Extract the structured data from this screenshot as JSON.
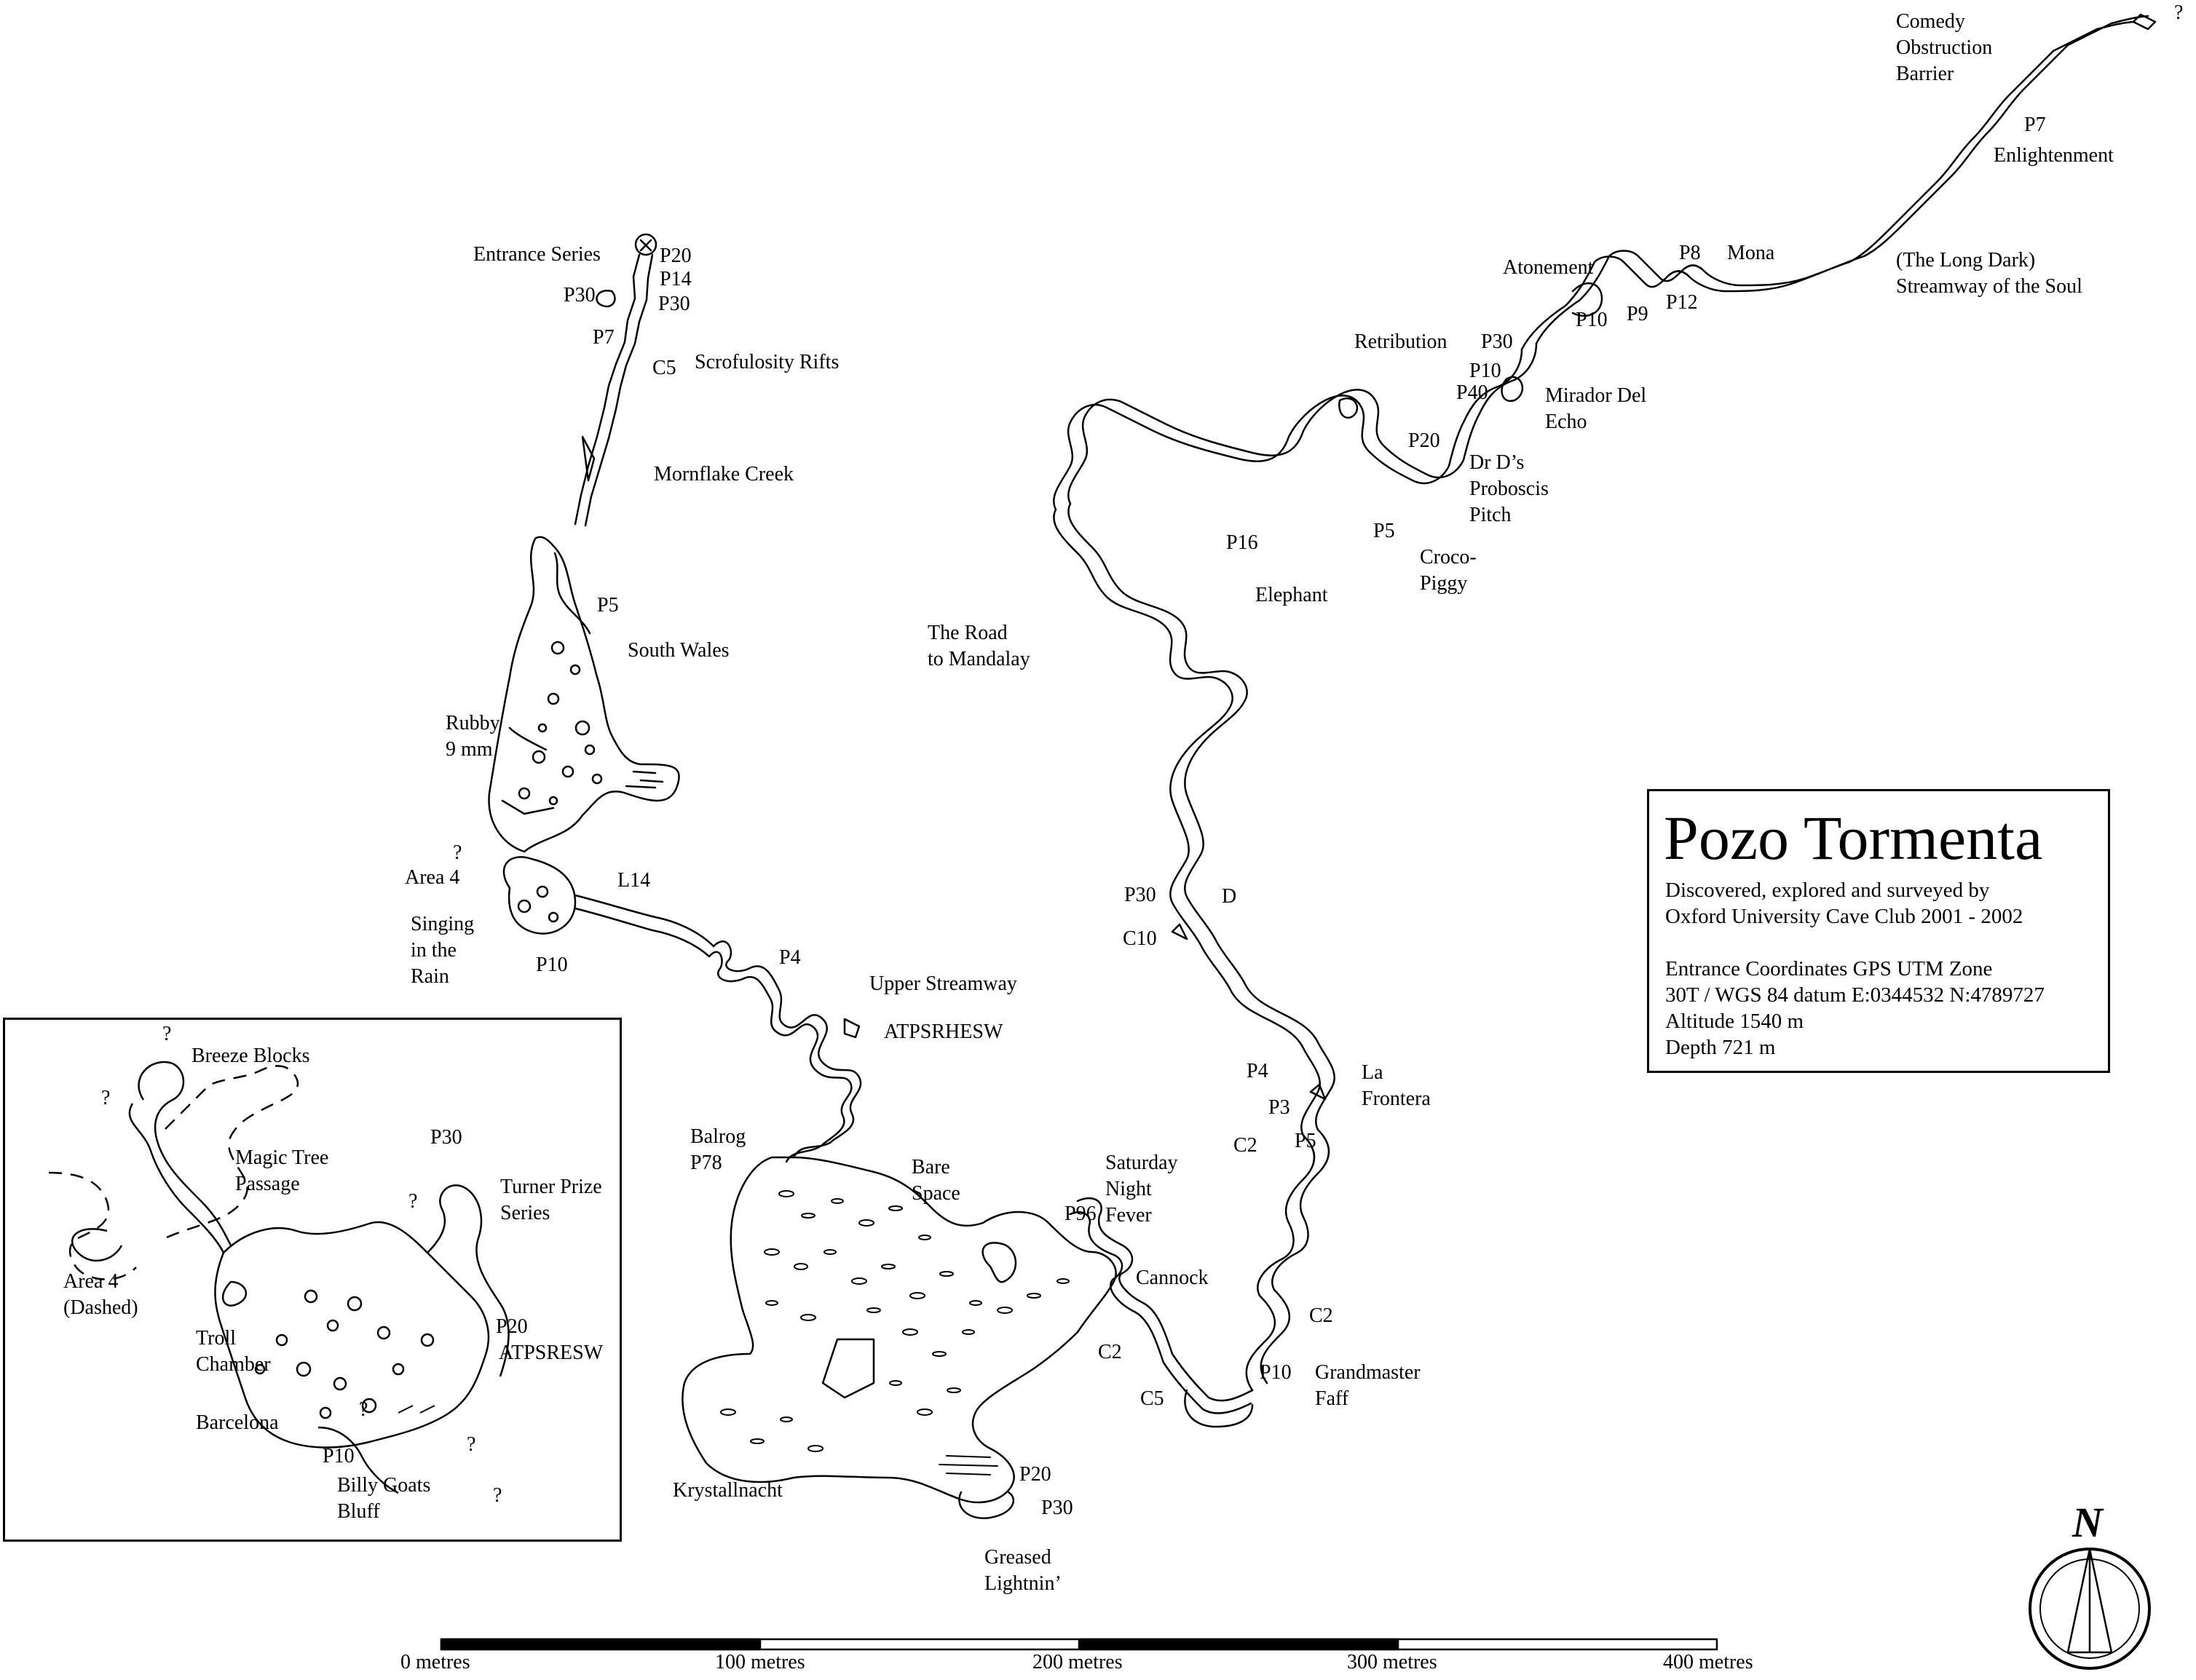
{
  "title": "Pozo Tormenta",
  "subtitle": {
    "line1": "Discovered, explored and surveyed by",
    "line2": "Oxford University Cave Club 2001 - 2002",
    "line3": "Entrance Coordinates GPS UTM Zone",
    "line4": "30T / WGS 84 datum E:0344532 N:4789727",
    "line5": "Altitude 1540 m",
    "line6": "Depth 721 m"
  },
  "north": "N",
  "scale": {
    "labels": [
      "0 metres",
      "100 metres",
      "200 metres",
      "300 metres",
      "400 metres"
    ]
  },
  "labels": {
    "entrance_series": "Entrance Series",
    "p20_a": "P20",
    "p14_a": "P14",
    "p30_a": "P30",
    "p30_b": "P30",
    "p7_a": "P7",
    "c5_a": "C5",
    "scrofulosity": "Scrofulosity Rifts",
    "mornflake": "Mornflake Creek",
    "p5_a": "P5",
    "south_wales": "South Wales",
    "rubby": "Rubby\n9 mm",
    "q_a": "?",
    "area4": "Area 4",
    "l14": "L14",
    "singing": "Singing\nin the\nRain",
    "p10_a": "P10",
    "p4_a": "P4",
    "upper_streamway": "Upper Streamway",
    "atpsrhesw": "ATPSRHESW",
    "balrog": "Balrog\nP78",
    "bare_space": "Bare\nSpace",
    "saturday": "Saturday\nNight\nFever",
    "p96": "P96",
    "cannock": "Cannock",
    "c2_a": "C2",
    "c5_b": "C5",
    "krystallnacht": "Krystallnacht",
    "p20_b": "P20",
    "p30_c": "P30",
    "greased": "Greased\nLightnin’",
    "road": "The Road\nto Mandalay",
    "p30_d": "P30",
    "d": "D",
    "c10": "C10",
    "p4_b": "P4",
    "p3": "P3",
    "p5_b": "P5",
    "c2_b": "C2",
    "la_frontera": "La\nFrontera",
    "c2_c": "C2",
    "p10_b": "P10",
    "grandmaster": "Grandmaster\nFaff",
    "p16": "P16",
    "elephant": "Elephant",
    "p5_c": "P5",
    "croco": "Croco-\nPiggy",
    "p20_c": "P20",
    "drd": "Dr D’s\nProboscis\nPitch",
    "p40": "P40",
    "p10_c": "P10",
    "mirador": "Mirador Del\nEcho",
    "retribution": "Retribution",
    "p30_e": "P30",
    "atonement": "Atonement",
    "p10_d": "P10",
    "p9": "P9",
    "p12": "P12",
    "p8": "P8",
    "mona": "Mona",
    "long_dark": "(The Long Dark)\nStreamway of the Soul",
    "comedy": "Comedy\nObstruction\nBarrier",
    "p7_b": "P7",
    "enlightenment": "Enlightenment",
    "q_top": "?"
  },
  "inset": {
    "q1": "?",
    "breeze": "Breeze Blocks",
    "q2": "?",
    "magic": "Magic Tree\nPassage",
    "p30": "P30",
    "q3": "?",
    "turner": "Turner Prize\nSeries",
    "area4": "Area 4\n(Dashed)",
    "troll": "Troll\nChamber",
    "p20": "P20",
    "atpsresw": "ATPSRESW",
    "barcelona": "Barcelona",
    "q4": "?",
    "p10": "P10",
    "billy": "Billy Goats\nBluff",
    "q5": "?",
    "q6": "?"
  }
}
